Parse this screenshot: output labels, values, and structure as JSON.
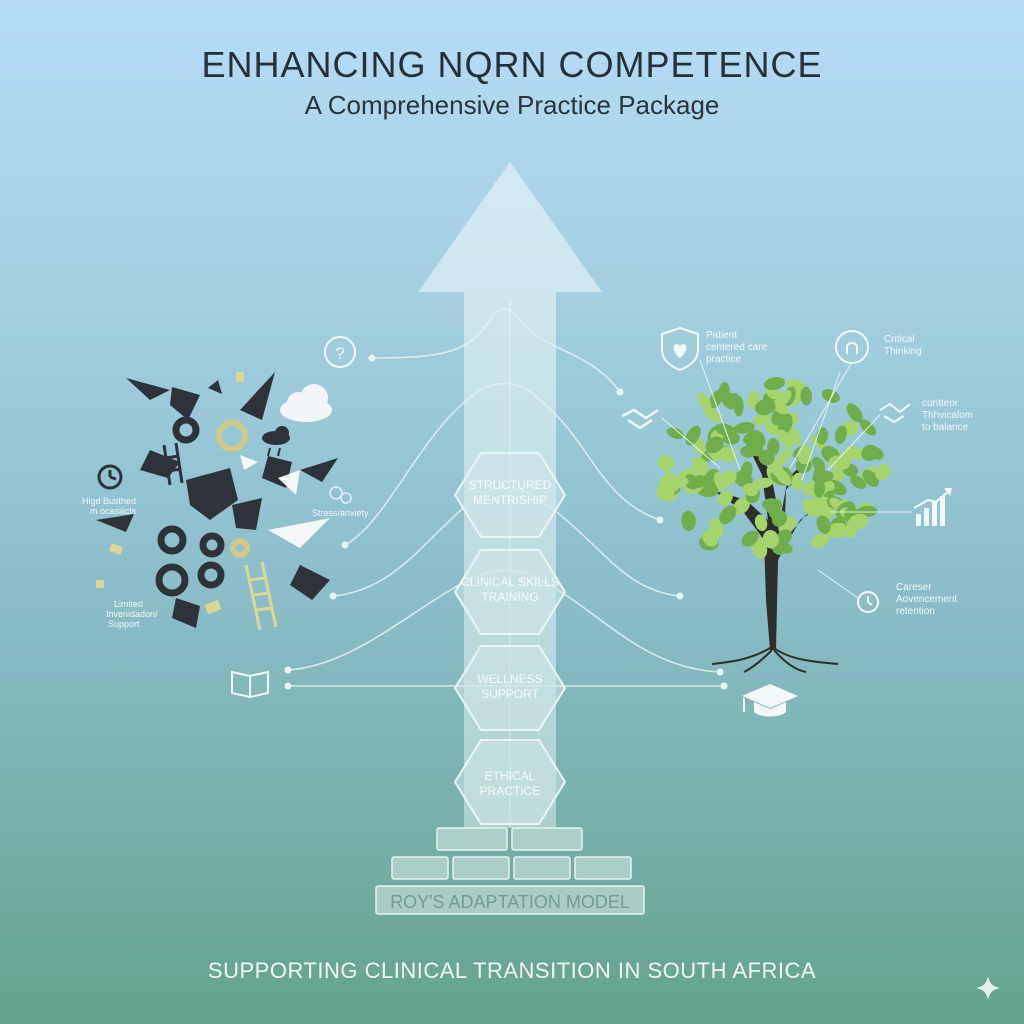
{
  "header": {
    "title": "ENHANCING NQRN COMPETENCE",
    "subtitle": "A Comprehensive Practice Package"
  },
  "pillars": [
    {
      "line1": "STRUCTURED",
      "line2": "MENTRISHIP"
    },
    {
      "line1": "CLINICAL SKILLS",
      "line2": "TRAINING"
    },
    {
      "line1": "WELLNESS",
      "line2": "SUPPORT"
    },
    {
      "line1": "ETHICAL",
      "line2": "PRACTICE"
    }
  ],
  "foundation": "ROY'S ADAPTATION MODEL",
  "left_labels": {
    "high_workload": [
      "Higd Busthed",
      "m ocasiiicls"
    ],
    "stress": "Stress/anxiety",
    "limited_support": [
      "Limited",
      "Invenidadon/",
      "Support"
    ]
  },
  "right_labels": {
    "patient_care": [
      "Patient",
      "centered care",
      "practice"
    ],
    "critical_thinking": [
      "Critical",
      "Thinking"
    ],
    "work_life": [
      "cuntteor",
      "Thhvicalom",
      "to balance"
    ],
    "career": [
      "Careser",
      "Aovencement",
      "retention"
    ]
  },
  "footer": "SUPPORTING CLINICAL TRANSITION IN SOUTH AFRICA",
  "colors": {
    "title": "#24303a",
    "arrow": "#dbeef5",
    "tree_leaf_light": "#a6d46c",
    "tree_leaf_dark": "#6fae4a",
    "trunk": "#2e2f2a",
    "icons_dark": "#2d3338",
    "icons_accent": "#d9d58e"
  }
}
